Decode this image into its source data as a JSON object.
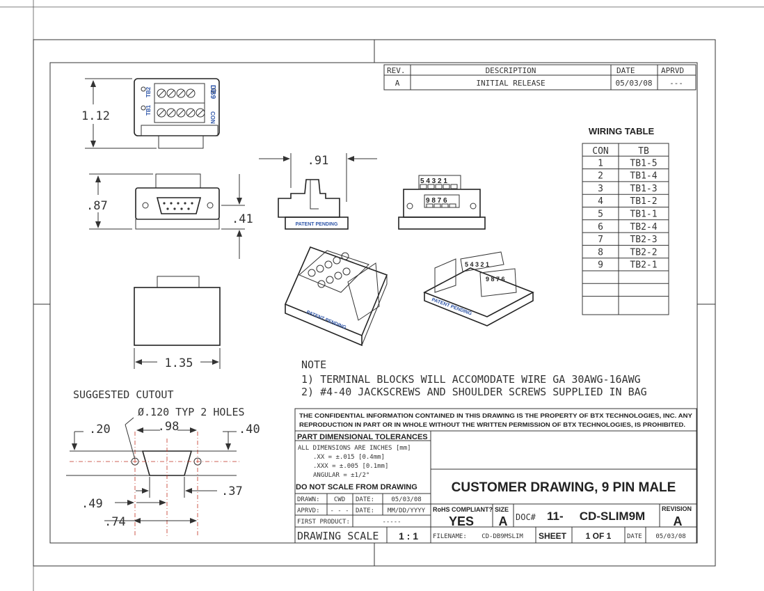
{
  "revision_block": {
    "headers": {
      "rev": "REV.",
      "description": "DESCRIPTION",
      "date": "DATE",
      "approved": "APRVD"
    },
    "rows": [
      {
        "rev": "A",
        "description": "INITIAL RELEASE",
        "date": "05/03/08",
        "approved": "---"
      }
    ]
  },
  "wiring_table": {
    "title": "WIRING TABLE",
    "headers": [
      "CON",
      "TB"
    ],
    "rows": [
      [
        "1",
        "TB1-5"
      ],
      [
        "2",
        "TB1-4"
      ],
      [
        "3",
        "TB1-3"
      ],
      [
        "4",
        "TB1-2"
      ],
      [
        "5",
        "TB1-1"
      ],
      [
        "6",
        "TB2-4"
      ],
      [
        "7",
        "TB2-3"
      ],
      [
        "8",
        "TB2-2"
      ],
      [
        "9",
        "TB2-1"
      ]
    ]
  },
  "dimensions": {
    "top_height": "1.12",
    "front_height": ".87",
    "front_offset": ".41",
    "side_width": ".91",
    "bottom_width": "1.35"
  },
  "labels": {
    "patent": "PATENT PENDING",
    "tb1": "TB1",
    "tb2": "TB2",
    "db9": "DB9",
    "con": "CON",
    "tb2_pins": "5 4 3 2 1",
    "tb1_pins": "9 8 7 6"
  },
  "cutout": {
    "title": "SUGGESTED CUTOUT",
    "holes": "Ø.120 TYP 2 HOLES",
    "d_20": ".20",
    "d_98": ".98",
    "d_40": ".40",
    "d_37": ".37",
    "d_49": ".49",
    "d_74": ".74"
  },
  "notes": {
    "title": "NOTE",
    "items": [
      "1) TERMINAL BLOCKS WILL ACCOMODATE WIRE GA 30AWG-16AWG",
      "2) #4-40 JACKSCREWS AND SHOULDER SCREWS SUPPLIED IN BAG"
    ]
  },
  "title_block": {
    "confidential_1": "THE CONFIDENTIAL INFORMATION CONTAINED IN THIS DRAWING IS THE PROPERTY OF BTX TECHNOLOGIES, INC. ANY",
    "confidential_2": "REPRODUCTION IN PART OR IN WHOLE WITHOUT THE WRITTEN PERMISSION OF BTX TECHNOLOGIES, IS PROHIBITED.",
    "tol_title": "PART DIMENSIONAL TOLERANCES",
    "tol_1": "ALL DIMENSIONS ARE INCHES [mm]",
    "tol_2": ".XX   =  ±.015 [0.4mm]",
    "tol_3": ".XXX  =  ±.005 [0.1mm]",
    "tol_4": "ANGULAR = ±1/2°",
    "no_scale": "DO NOT SCALE FROM DRAWING",
    "drawing_title": "CUSTOMER DRAWING, 9 PIN MALE",
    "drawn_label": "DRAWN:",
    "drawn_val": "CWD",
    "date_label": "DATE:",
    "date_val": "05/03/08",
    "aprvd_label": "APRVD:",
    "aprvd_val": "- - -",
    "date2_label": "DATE:",
    "date2_val": "MM/DD/YYYY",
    "first_label": "FIRST PRODUCT:",
    "first_val": "-----",
    "rohs_label": "RoHS COMPLIANT?",
    "rohs_val": "YES",
    "size_label": "SIZE",
    "size_val": "A",
    "doc_label": "DOC#",
    "doc_prefix": "11-",
    "doc_val": "CD-SLIM9M",
    "revision_label": "REVISION",
    "revision_val": "A",
    "scale_label": "DRAWING SCALE",
    "scale_val": "1 : 1",
    "filename_label": "FILENAME:",
    "filename_val": "CD-DB9MSLIM",
    "sheet_label": "SHEET",
    "sheet_val": "1 OF 1",
    "date3_label": "DATE",
    "date3_val": "05/03/08"
  }
}
